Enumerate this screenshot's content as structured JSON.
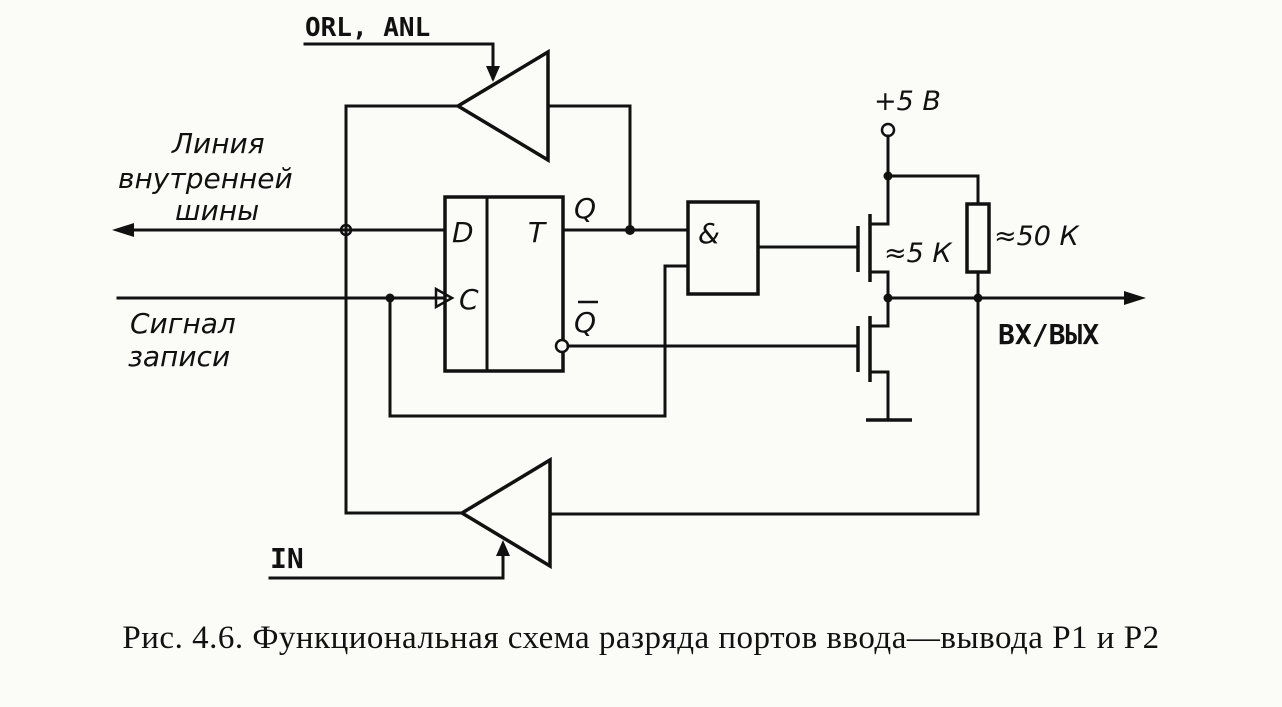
{
  "labels": {
    "orl_anl": "ORL, ANL",
    "bus_line_1": "Линия",
    "bus_line_2": "внутренней",
    "bus_line_3": "шины",
    "write_signal_1": "Сигнал",
    "write_signal_2": "записи",
    "trigger_d": "D",
    "trigger_c": "C",
    "trigger_t": "T",
    "q": "Q",
    "q_bar": "Q",
    "and_gate": "&",
    "vcc": "+5 В",
    "r_5k": "≈5 К",
    "r_50k": "≈50 К",
    "io": "ВХ/ВЫХ",
    "in": "IN"
  },
  "caption": "Рис. 4.6. Функциональная схема разряда портов ввода—вывода Р1 и Р2"
}
